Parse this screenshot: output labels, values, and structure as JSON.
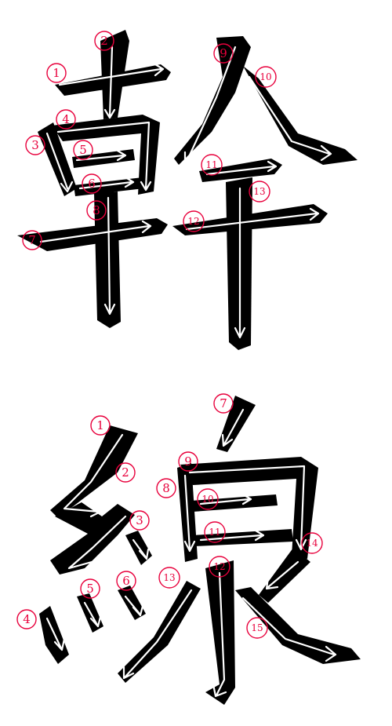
{
  "characters": [
    {
      "glyph": "幹",
      "stroke_count": 13,
      "labels": [
        "1",
        "2",
        "3",
        "4",
        "5",
        "6",
        "7",
        "8",
        "9",
        "10",
        "11",
        "12",
        "13"
      ]
    },
    {
      "glyph": "線",
      "stroke_count": 15,
      "labels": [
        "1",
        "2",
        "3",
        "4",
        "5",
        "6",
        "7",
        "8",
        "9",
        "10",
        "11",
        "12",
        "13",
        "14",
        "15"
      ]
    }
  ],
  "colors": {
    "ink": "#000000",
    "guide_line": "#ffffff",
    "number_marker": "#e8003c",
    "background": "#ffffff"
  }
}
